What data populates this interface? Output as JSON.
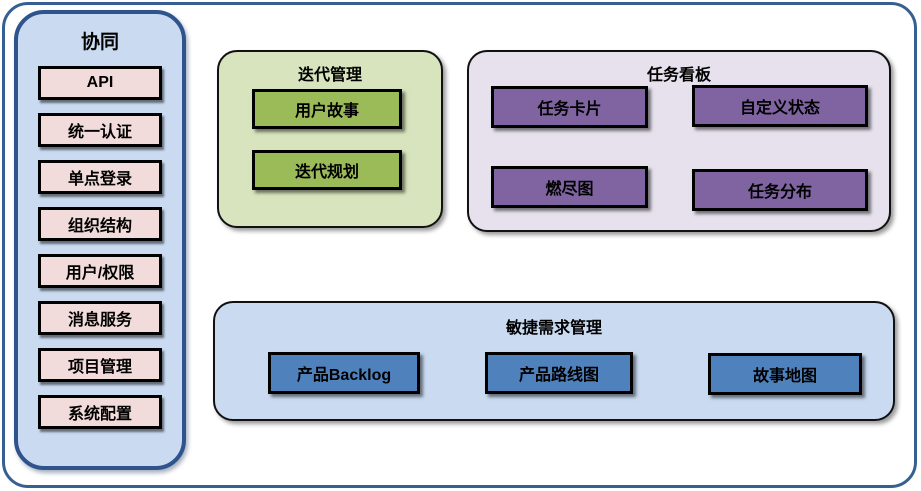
{
  "sidebar": {
    "title": "协同",
    "items": [
      "API",
      "统一认证",
      "单点登录",
      "组织结构",
      "用户/权限",
      "消息服务",
      "项目管理",
      "系统配置"
    ]
  },
  "groups": {
    "iteration": {
      "title": "迭代管理",
      "items": [
        "用户故事",
        "迭代规划"
      ]
    },
    "taskboard": {
      "title": "任务看板",
      "items": [
        "任务卡片",
        "自定义状态",
        "燃尽图",
        "任务分布"
      ]
    },
    "agile": {
      "title": "敏捷需求管理",
      "items": [
        "产品Backlog",
        "产品路线图",
        "故事地图"
      ]
    }
  },
  "colors": {
    "frame_border": "#376092",
    "sidebar_fill": "#C9DAF1",
    "sidebar_border": "#2F538C",
    "sidebar_item_fill": "#F2DCDB",
    "iteration_fill": "#D7E4BD",
    "iteration_item_fill": "#9BBB59",
    "taskboard_fill": "#E6E1ED",
    "taskboard_item_fill": "#8064A2",
    "agile_fill": "#C9DAF1",
    "agile_item_fill": "#4F81BD",
    "card_border": "#000000",
    "text": "#000000"
  }
}
